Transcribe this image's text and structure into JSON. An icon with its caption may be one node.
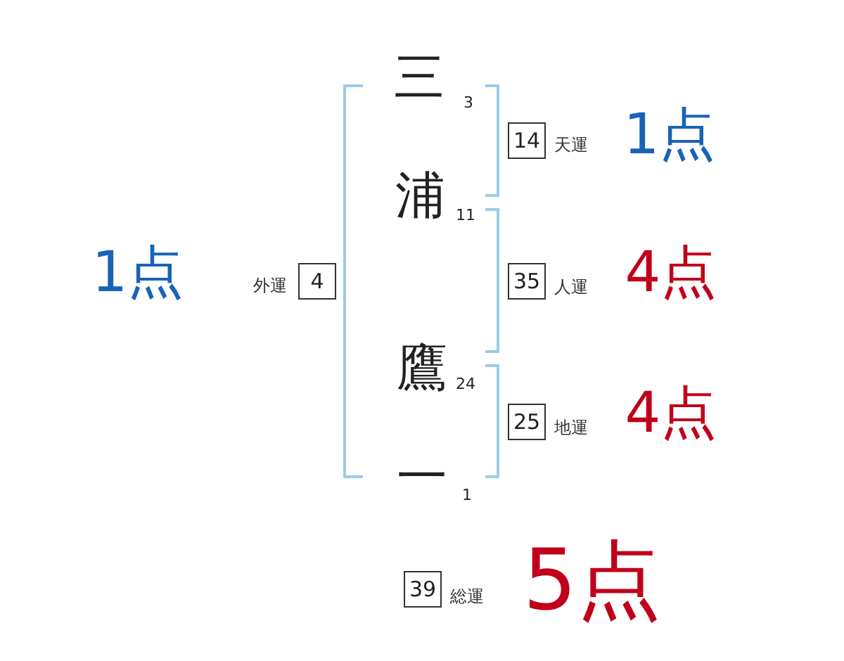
{
  "diagram": {
    "nodes": [
      {
        "text": [
          "14"
        ],
        "beside": [
          "天運",
          "1点"
        ]
      },
      {
        "text": [
          "4"
        ],
        "beside": [
          "外運",
          "1点"
        ]
      },
      {
        "text": [
          "35"
        ],
        "beside": [
          "人運",
          "4点"
        ]
      },
      {
        "text": [
          "25"
        ],
        "beside": [
          "地運",
          "4点"
        ]
      },
      {
        "text": [
          "39"
        ],
        "beside": [
          "総運",
          "5点"
        ]
      }
    ],
    "labels": [
      "三",
      "3",
      "浦",
      "11",
      "鷹",
      "24",
      "一",
      "1"
    ]
  }
}
